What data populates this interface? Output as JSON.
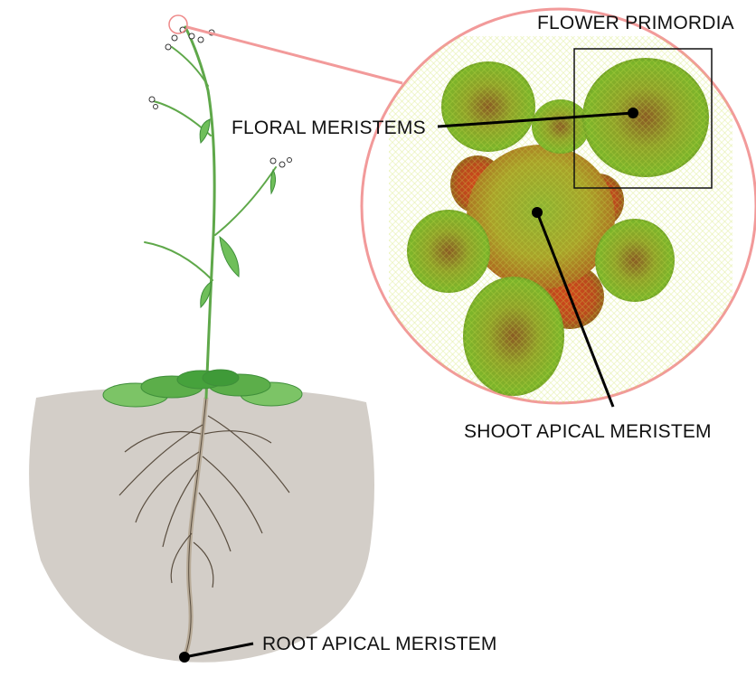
{
  "labels": {
    "flower_primordia": "FLOWER PRIMORDIA",
    "floral_meristems": "FLORAL MERISTEMS",
    "shoot_apical_meristem": "SHOOT APICAL MERISTEM",
    "root_apical_meristem": "ROOT APICAL MERISTEM"
  },
  "colors": {
    "soil": "#d3cec8",
    "stem": "#5fa84a",
    "leaf": "#6fbf5a",
    "leaf_dark": "#3f8f3a",
    "root": "#b8ab98",
    "zoom_circle": "#f29a9a",
    "meristem_green": "#7a9e1c",
    "meristem_red": "#c0471c",
    "leader": "#000000"
  }
}
